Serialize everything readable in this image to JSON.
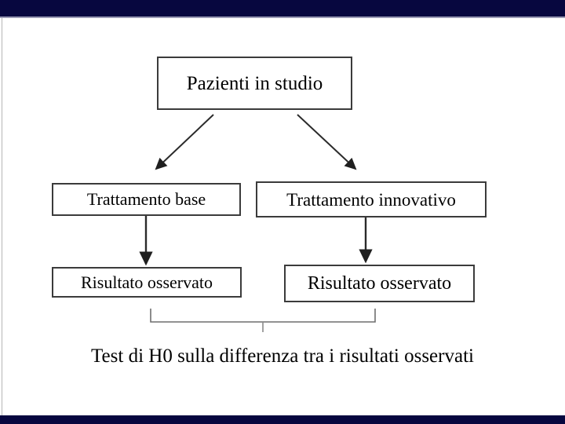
{
  "slide": {
    "title": "Pazienti in studio",
    "theme": {
      "band_color": "#07073f",
      "band_hairline_color": "#9a9ab4",
      "background_color": "#ffffff",
      "box_border_color": "#3b3b3b",
      "text_color": "#000000",
      "connector_color": "#2b2b2b"
    }
  },
  "diagram": {
    "type": "flowchart",
    "root": {
      "label": "Pazienti in studio"
    },
    "branches": [
      {
        "arm_label": "Trattamento base",
        "outcome_label": "Risultato osservato"
      },
      {
        "arm_label": "Trattamento innovativo",
        "outcome_label": "Risultato osservato"
      }
    ],
    "caption": "Test di H0 sulla differenza tra i risultati osservati",
    "connectors": [
      {
        "name": "root-to-left-arm",
        "kind": "diagonal-arrow"
      },
      {
        "name": "root-to-right-arm",
        "kind": "diagonal-arrow"
      },
      {
        "name": "left-arm-to-left-outcome",
        "kind": "vertical-arrow"
      },
      {
        "name": "right-arm-to-right-outcome",
        "kind": "vertical-arrow"
      },
      {
        "name": "outcomes-comparison-brace",
        "kind": "brace"
      }
    ]
  }
}
